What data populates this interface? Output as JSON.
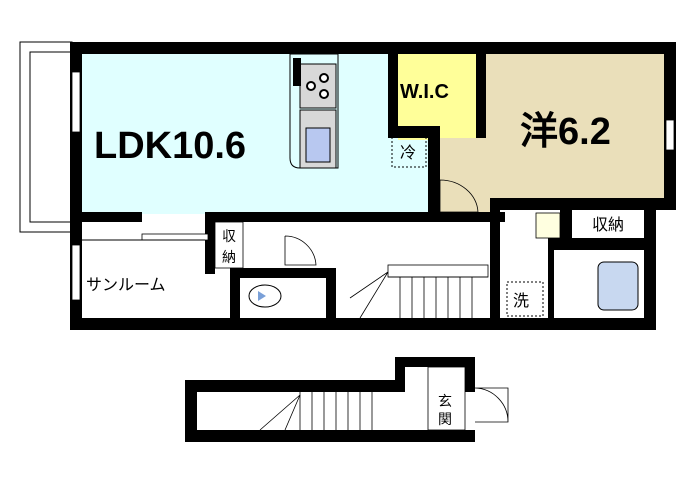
{
  "rooms": {
    "ldk": {
      "label": "LDK10.6",
      "color": "#e0ffff"
    },
    "wic": {
      "label": "W.I.C",
      "color": "#ffff99"
    },
    "western": {
      "label": "洋6.2",
      "color": "#eadfba"
    },
    "sunroom": {
      "label": "サンルーム"
    },
    "storage_left_1": "収",
    "storage_left_2": "納",
    "storage_right": "収納",
    "fridge": "冷",
    "washer": "洗",
    "entrance_1": "玄",
    "entrance_2": "関"
  },
  "colors": {
    "wall": "#000000",
    "bath": "#c8d8f0",
    "kitchen": "#d8d8d8"
  }
}
